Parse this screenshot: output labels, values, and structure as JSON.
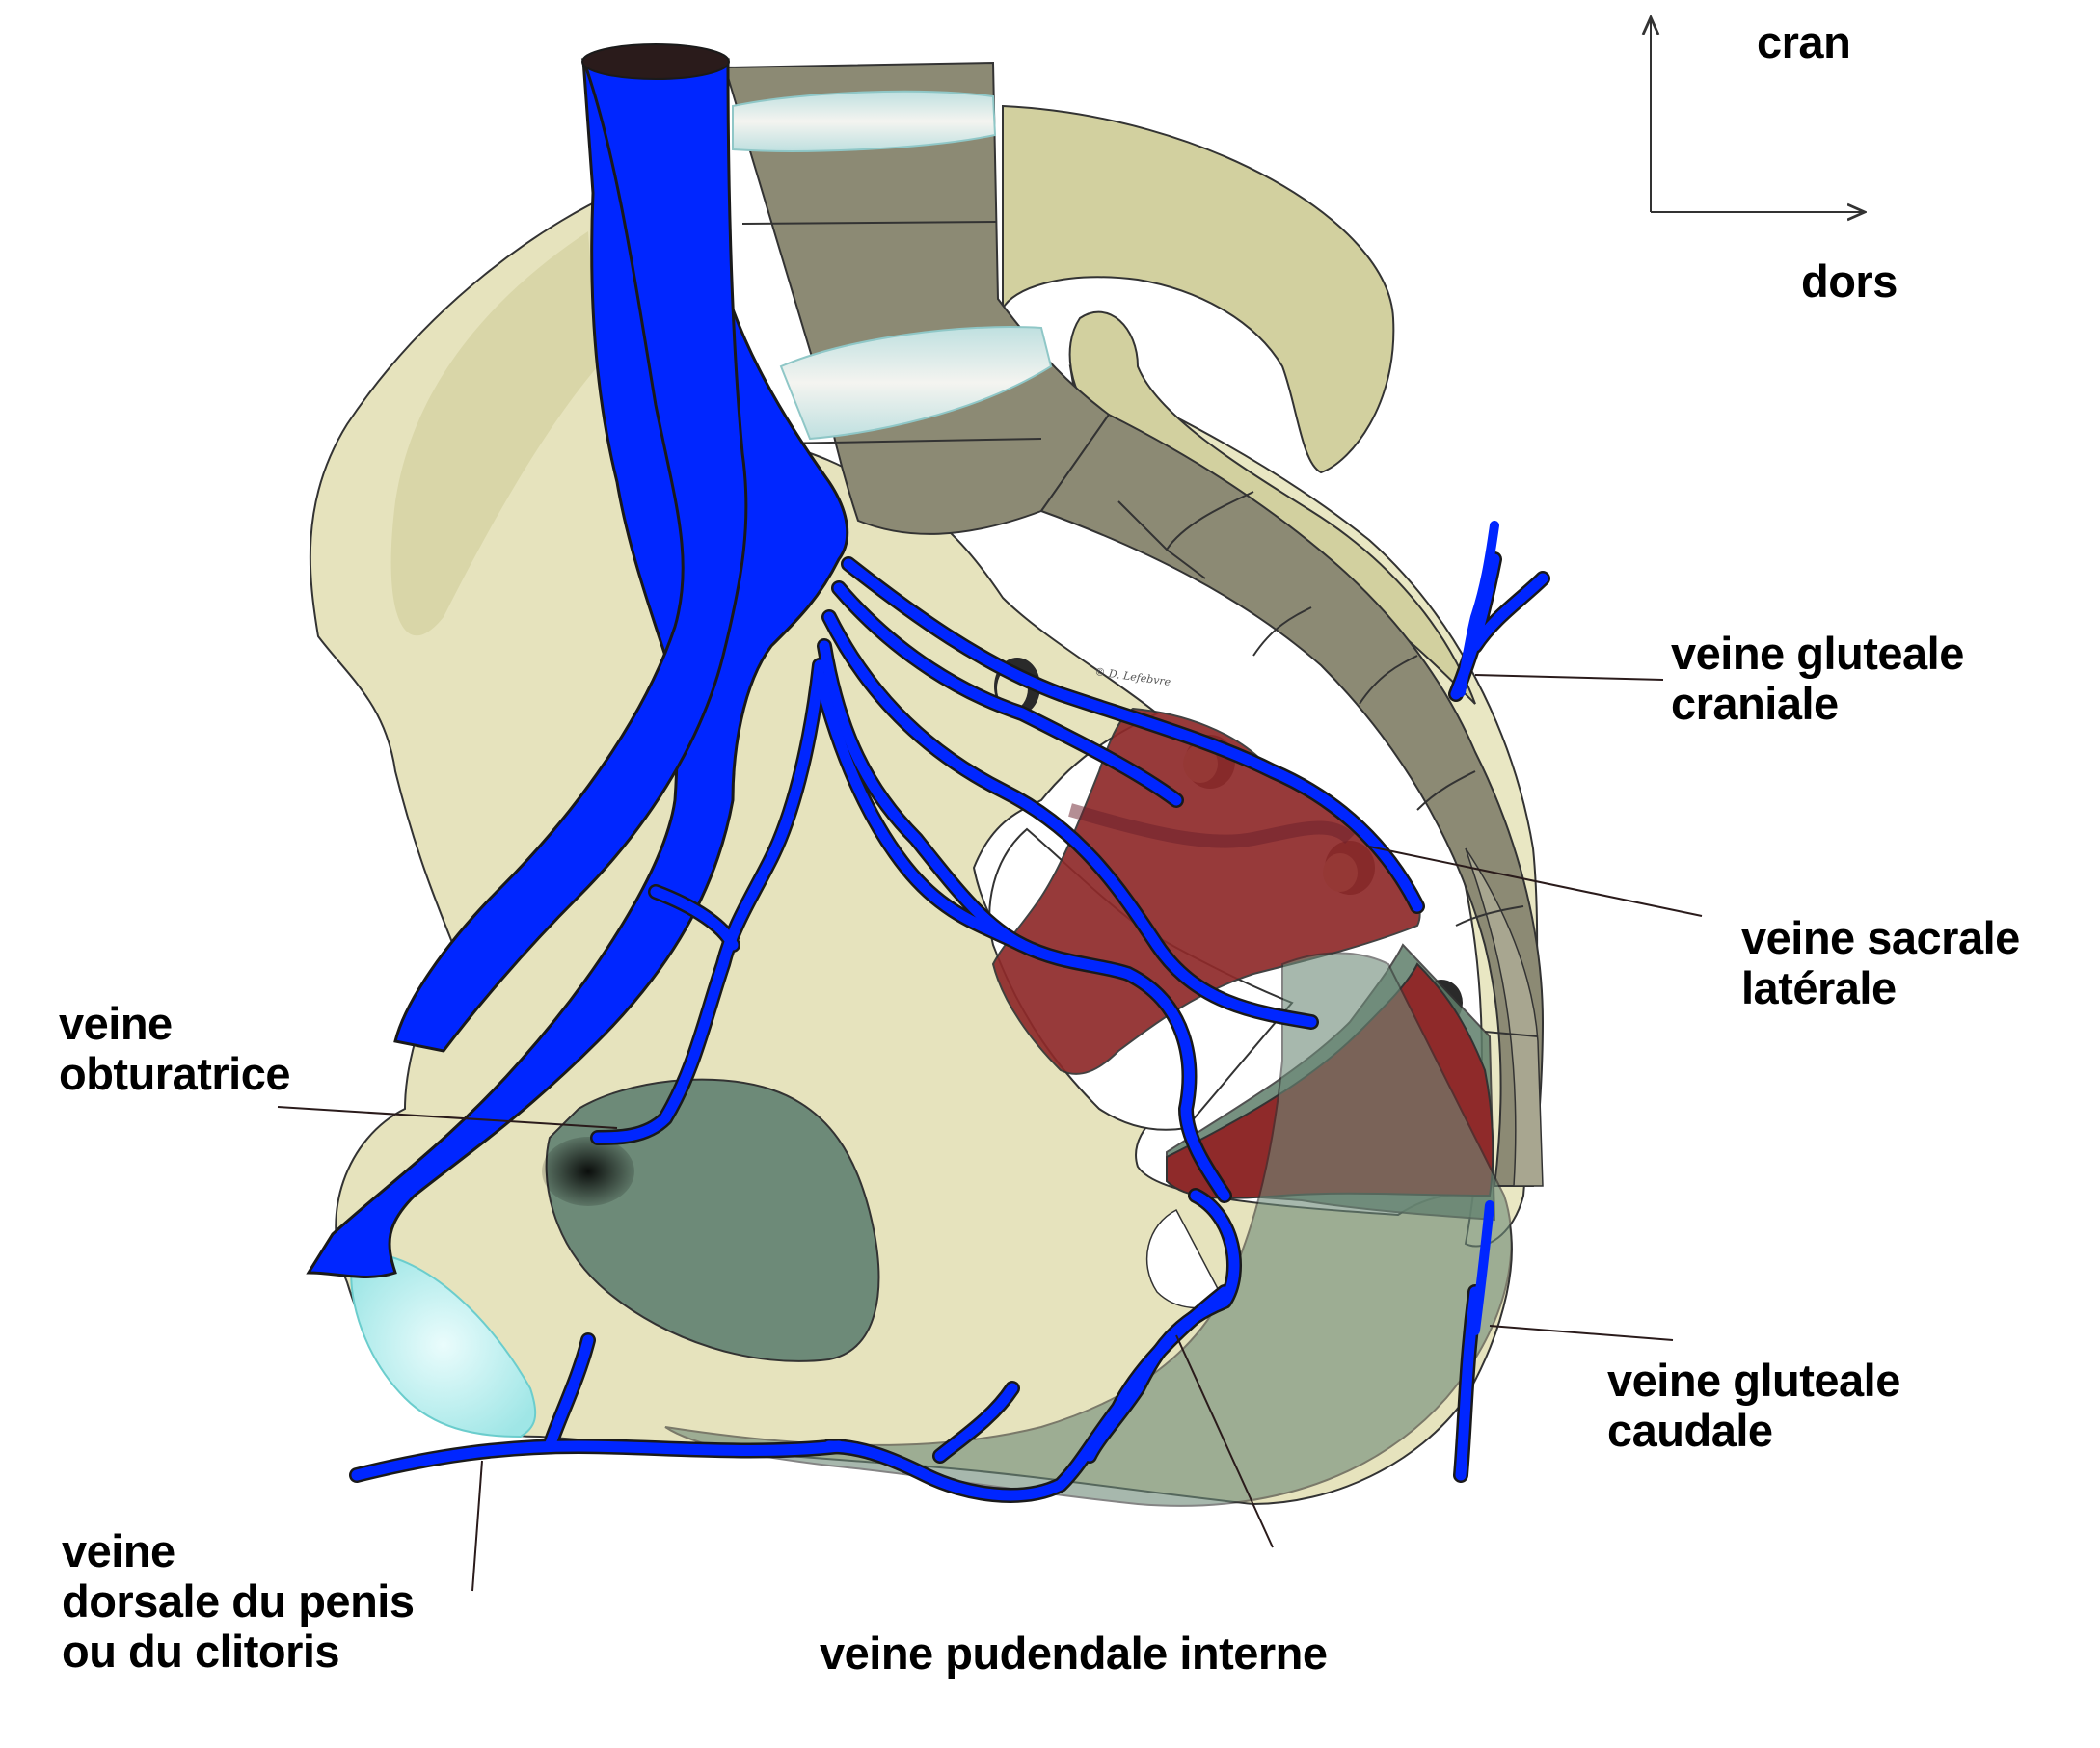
{
  "orientation": {
    "cranial": "cran",
    "dorsal": "dors"
  },
  "labels": {
    "gluteal_cranial": {
      "line1": "veine gluteale",
      "line2": "craniale"
    },
    "sacral_lateral": {
      "line1": "veine sacrale",
      "line2": "latérale"
    },
    "gluteal_caudal": {
      "line1": "veine gluteale",
      "line2": "caudale"
    },
    "obturator": {
      "line1": "veine",
      "line2": "obturatrice"
    },
    "dorsal_penis": {
      "line1": "veine",
      "line2": "dorsale du penis",
      "line3": "ou du clitoris"
    },
    "pudendal_internal": {
      "line1": "veine pudendale interne"
    }
  },
  "copyright": "© D. Lefebvre",
  "colors": {
    "vein": "#0026ff",
    "bone": "#e6e3bd",
    "bone_dark": "#d2d09f",
    "vertebra": "#8c8a74",
    "muscle": "#8f2a2a",
    "membrane": "#6d8a78",
    "cartilage": "#bff2f2"
  }
}
